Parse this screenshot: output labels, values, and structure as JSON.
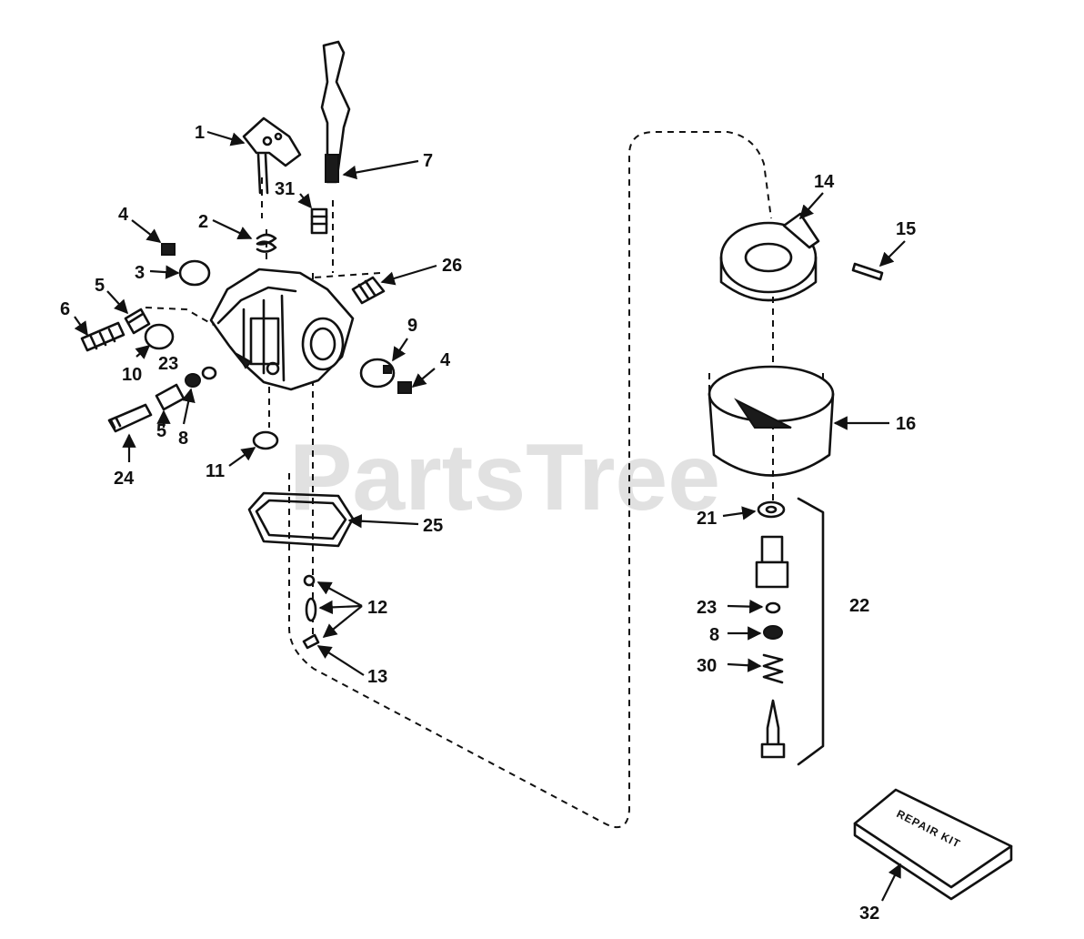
{
  "watermark": "PartsTree",
  "repair_kit_text": "REPAIR KIT",
  "callouts": [
    "1",
    "2",
    "3",
    "4",
    "5",
    "6",
    "7",
    "8",
    "9",
    "10",
    "11",
    "12",
    "13",
    "14",
    "15",
    "16",
    "21",
    "22",
    "23",
    "24",
    "25",
    "26",
    "30",
    "31",
    "32"
  ],
  "accent_colors": {
    "ink": "#111111",
    "watermark": "#c9c9c9",
    "background": "#ffffff"
  }
}
